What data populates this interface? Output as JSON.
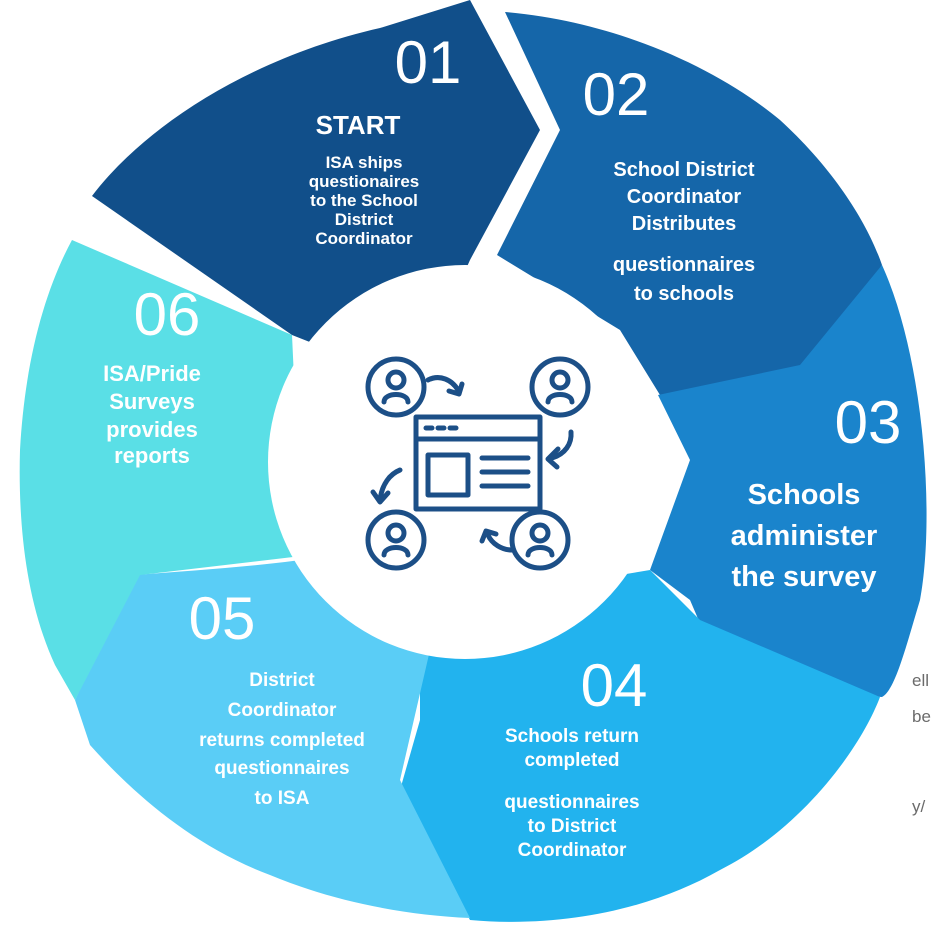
{
  "colors": {
    "step1": "#114F8A",
    "step2": "#1566A9",
    "step3": "#1A84CC",
    "step4": "#22B3EE",
    "step5": "#5ACDF6",
    "step6": "#5ADFE6",
    "icon": "#1C4F87"
  },
  "steps": [
    {
      "number": "01",
      "title": "START",
      "text": [
        "ISA ships",
        "questionaires",
        "to the School",
        "District",
        "Coordinator"
      ]
    },
    {
      "number": "02",
      "text": [
        "School District",
        "Coordinator",
        "Distributes",
        "questionnaires",
        "to schools"
      ]
    },
    {
      "number": "03",
      "text": [
        "Schools",
        "administer",
        "the survey"
      ]
    },
    {
      "number": "04",
      "text": [
        "Schools return",
        "completed",
        "questionnaires",
        "to District",
        "Coordinator"
      ]
    },
    {
      "number": "05",
      "text": [
        "District",
        "Coordinator",
        "returns completed",
        "questionnaires",
        "to ISA"
      ]
    },
    {
      "number": "06",
      "text": [
        "ISA/Pride",
        "Surveys",
        "provides",
        "reports"
      ]
    }
  ],
  "center": {
    "icon": "people-exchange-document-icon"
  },
  "side_fragments": [
    "ell",
    "be",
    "y/"
  ]
}
